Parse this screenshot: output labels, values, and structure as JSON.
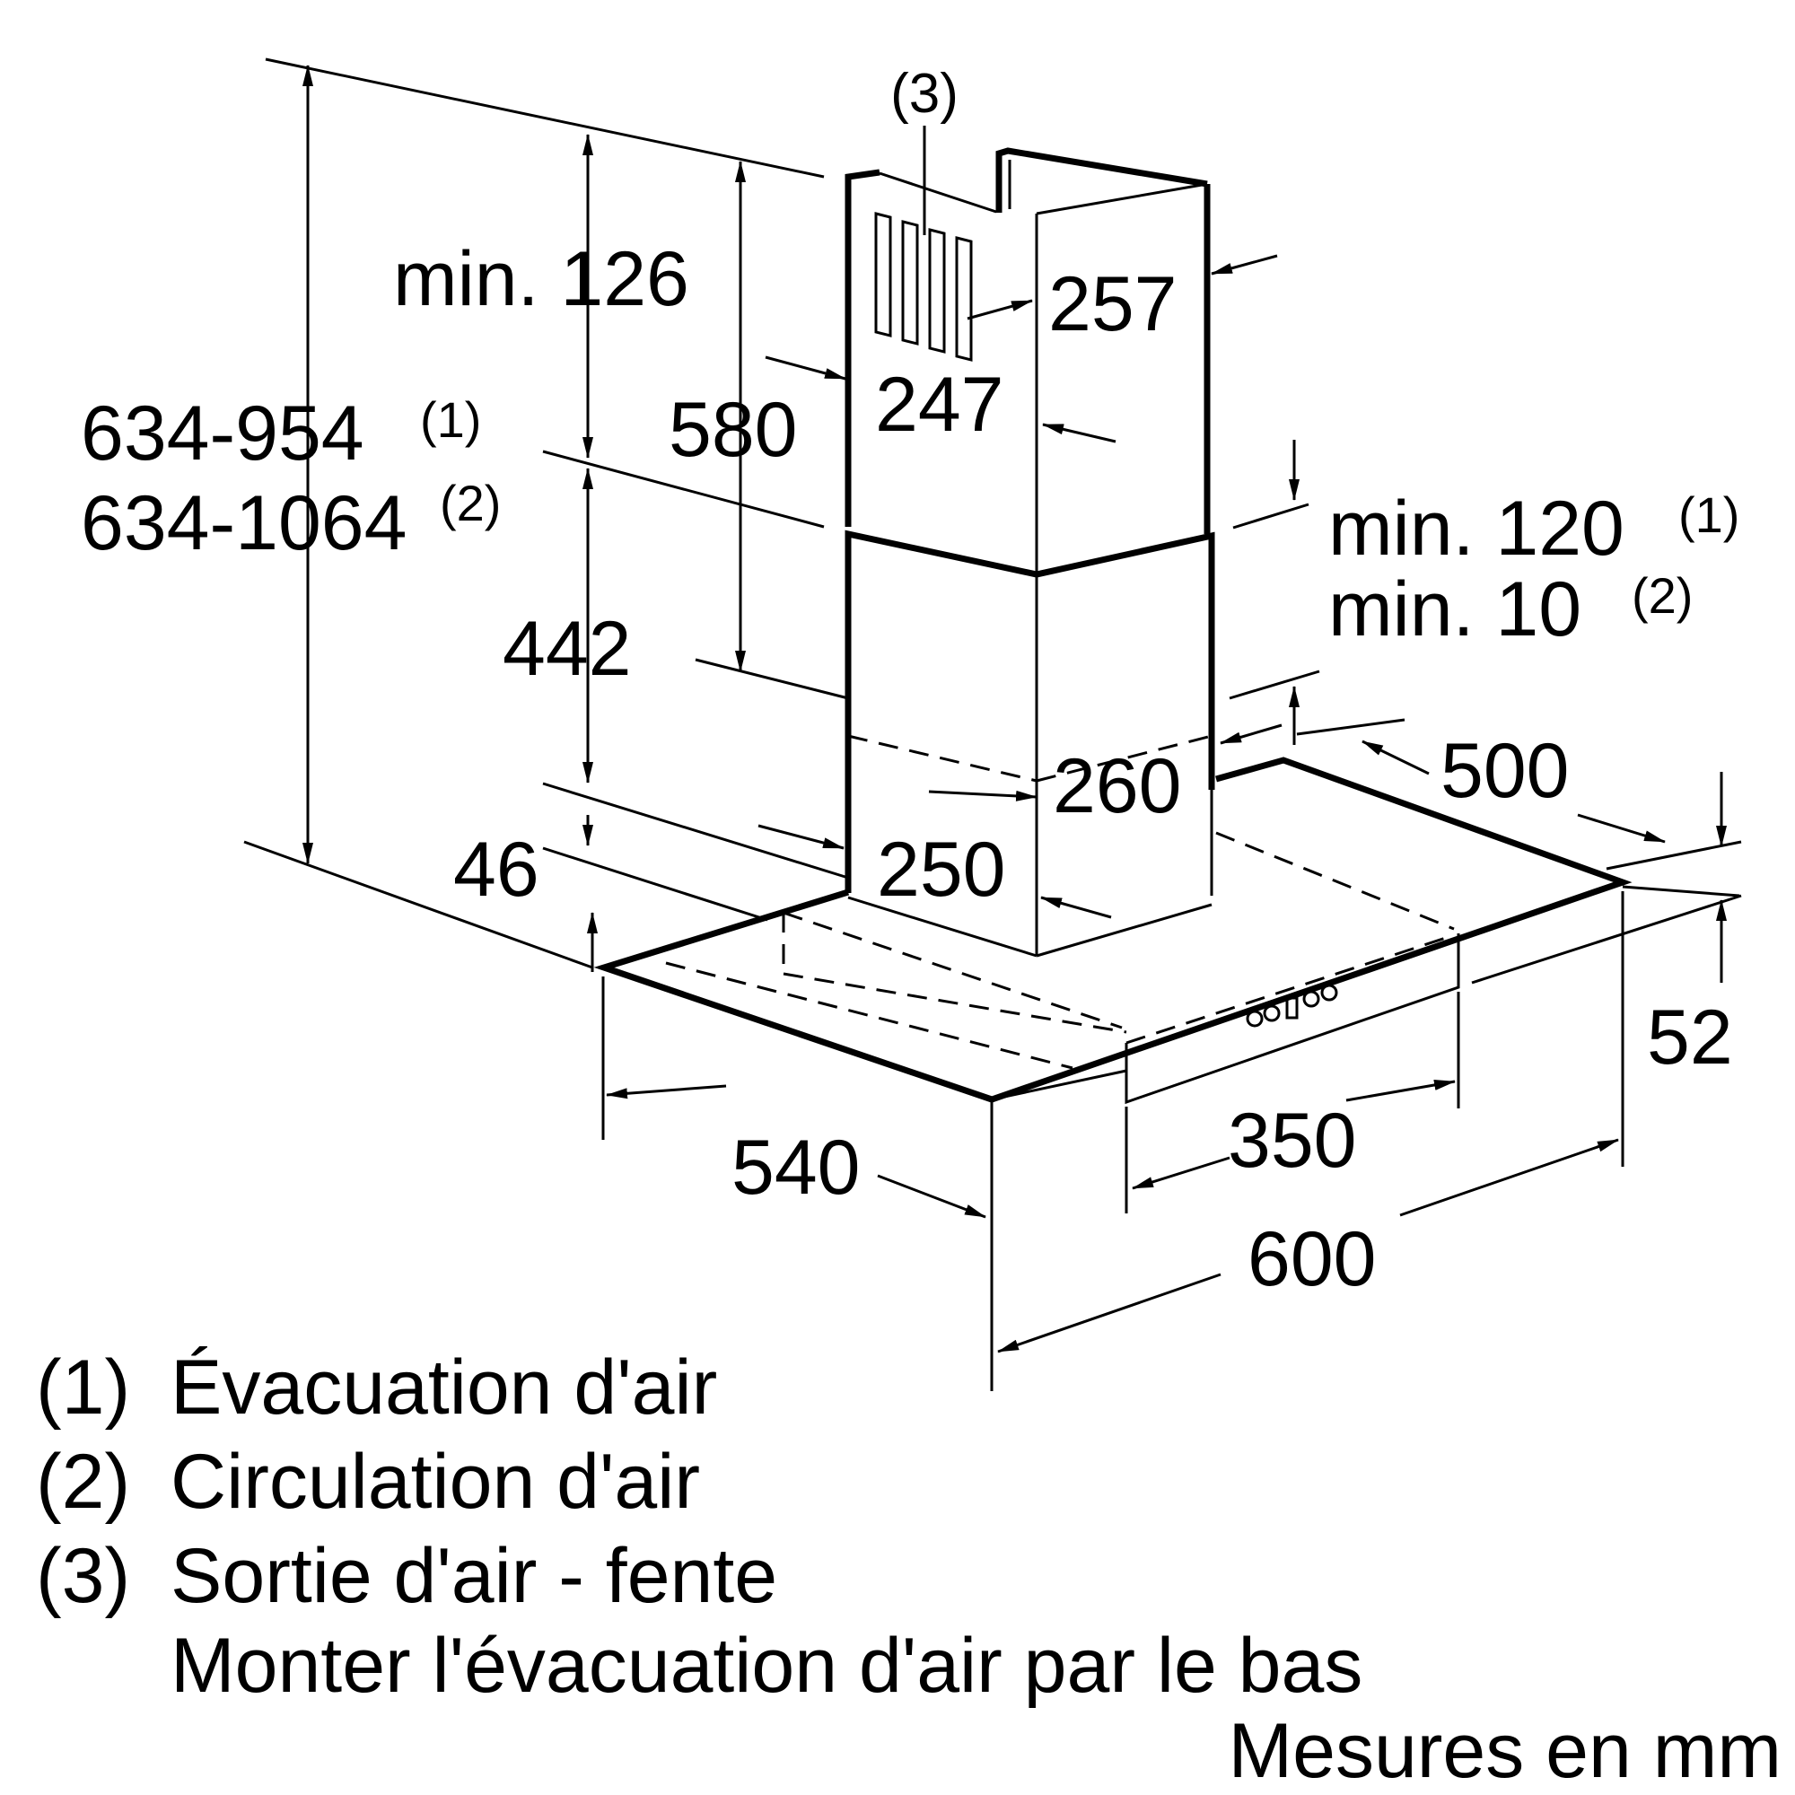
{
  "dimensions": {
    "total_height_1": "634-954",
    "total_height_1_ref": "(1)",
    "total_height_2": "634-1064",
    "total_height_2_ref": "(2)",
    "min_126": "min. 126",
    "d580": "580",
    "d442": "442",
    "d46": "46",
    "d257": "257",
    "d247": "247",
    "d260": "260",
    "d250": "250",
    "min_120": "min. 120",
    "min_120_ref": "(1)",
    "min_10": "min. 10",
    "min_10_ref": "(2)",
    "d500": "500",
    "d52": "52",
    "d350": "350",
    "d540": "540",
    "d600": "600",
    "callout_3": "(3)"
  },
  "legend": {
    "item1_num": "(1)",
    "item1_text": "Évacuation d'air",
    "item2_num": "(2)",
    "item2_text": "Circulation d'air",
    "item3_num": "(3)",
    "item3_text": "Sortie d'air - fente",
    "item3_note": "Monter l'évacuation d'air par le bas"
  },
  "units_note": "Mesures en mm"
}
